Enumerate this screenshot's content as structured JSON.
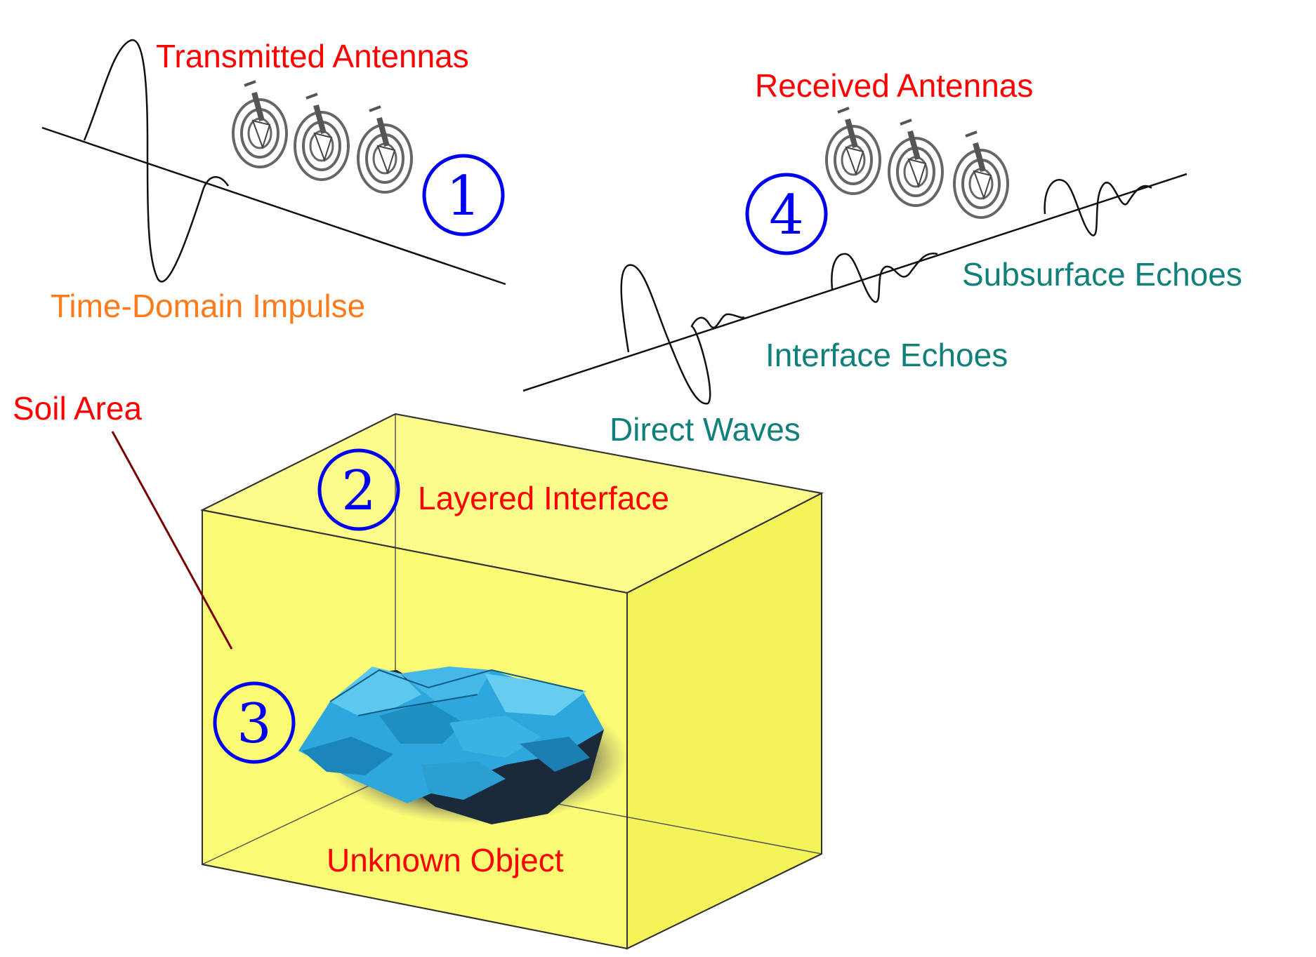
{
  "labels": {
    "transmitted_antennas": "Transmitted Antennas",
    "time_domain_impulse": "Time-Domain Impulse",
    "received_antennas": "Received Antennas",
    "subsurface_echoes": "Subsurface Echoes",
    "interface_echoes": "Interface Echoes",
    "direct_waves": "Direct Waves",
    "soil_area": "Soil Area",
    "layered_interface": "Layered Interface",
    "unknown_object": "Unknown Object"
  },
  "step_markers": [
    "1",
    "2",
    "3",
    "4"
  ],
  "colors": {
    "red_label": "#ff0000",
    "orange_label": "#ff7a1a",
    "teal_label": "#11807a",
    "marker_blue": "#0000ee",
    "soil_fill": "#fbfb7a",
    "object_fill": "#2aa8dd",
    "leader_line": "#7a0000"
  }
}
